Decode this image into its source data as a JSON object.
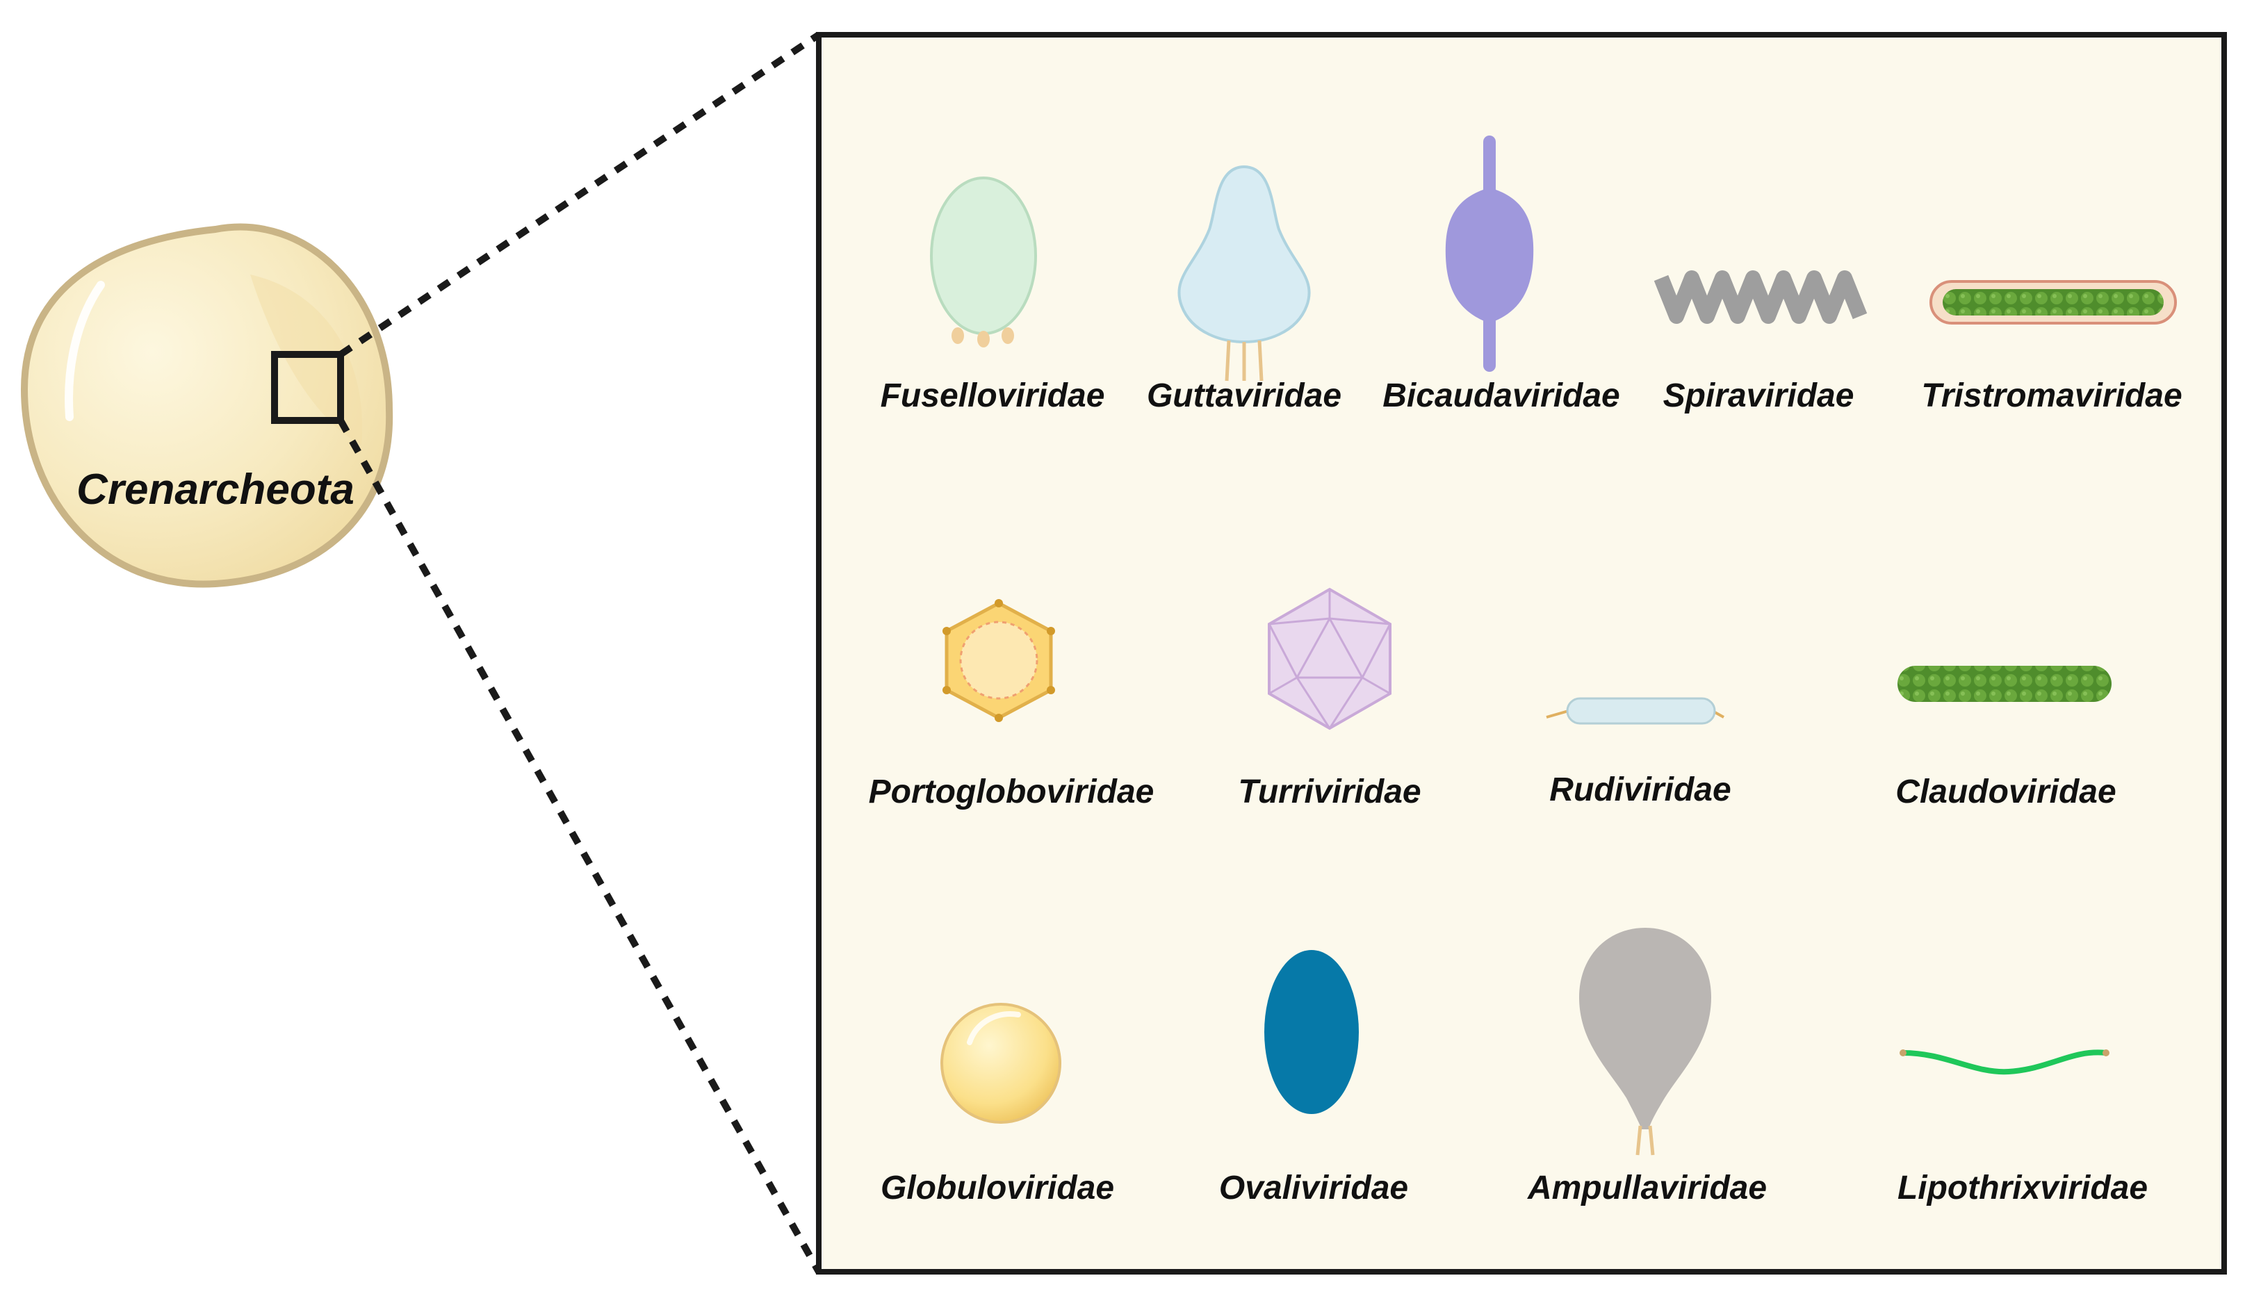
{
  "cell": {
    "label": "Crenarcheota"
  },
  "families": [
    {
      "name": "Fuselloviridae",
      "icon": "spindle-virus-icon"
    },
    {
      "name": "Guttaviridae",
      "icon": "droplet-virus-icon"
    },
    {
      "name": "Bicaudaviridae",
      "icon": "two-tailed-spindle-icon"
    },
    {
      "name": "Spiraviridae",
      "icon": "coil-virus-icon"
    },
    {
      "name": "Tristromaviridae",
      "icon": "enveloped-rod-icon"
    },
    {
      "name": "Portogloboviridae",
      "icon": "hexagonal-capsid-icon"
    },
    {
      "name": "Turriviridae",
      "icon": "icosahedral-capsid-icon"
    },
    {
      "name": "Rudiviridae",
      "icon": "short-rod-icon"
    },
    {
      "name": "Claudoviridae",
      "icon": "beaded-rod-icon"
    },
    {
      "name": "Globuloviridae",
      "icon": "spherical-virus-icon"
    },
    {
      "name": "Ovaliviridae",
      "icon": "oval-virus-icon"
    },
    {
      "name": "Ampullaviridae",
      "icon": "bottle-virus-icon"
    },
    {
      "name": "Lipothrixviridae",
      "icon": "filament-virus-icon"
    }
  ],
  "colors": {
    "panel_bg": "#fcf9ec",
    "cell_fill": "#f5e6b4",
    "cell_stroke": "#c9b486"
  }
}
